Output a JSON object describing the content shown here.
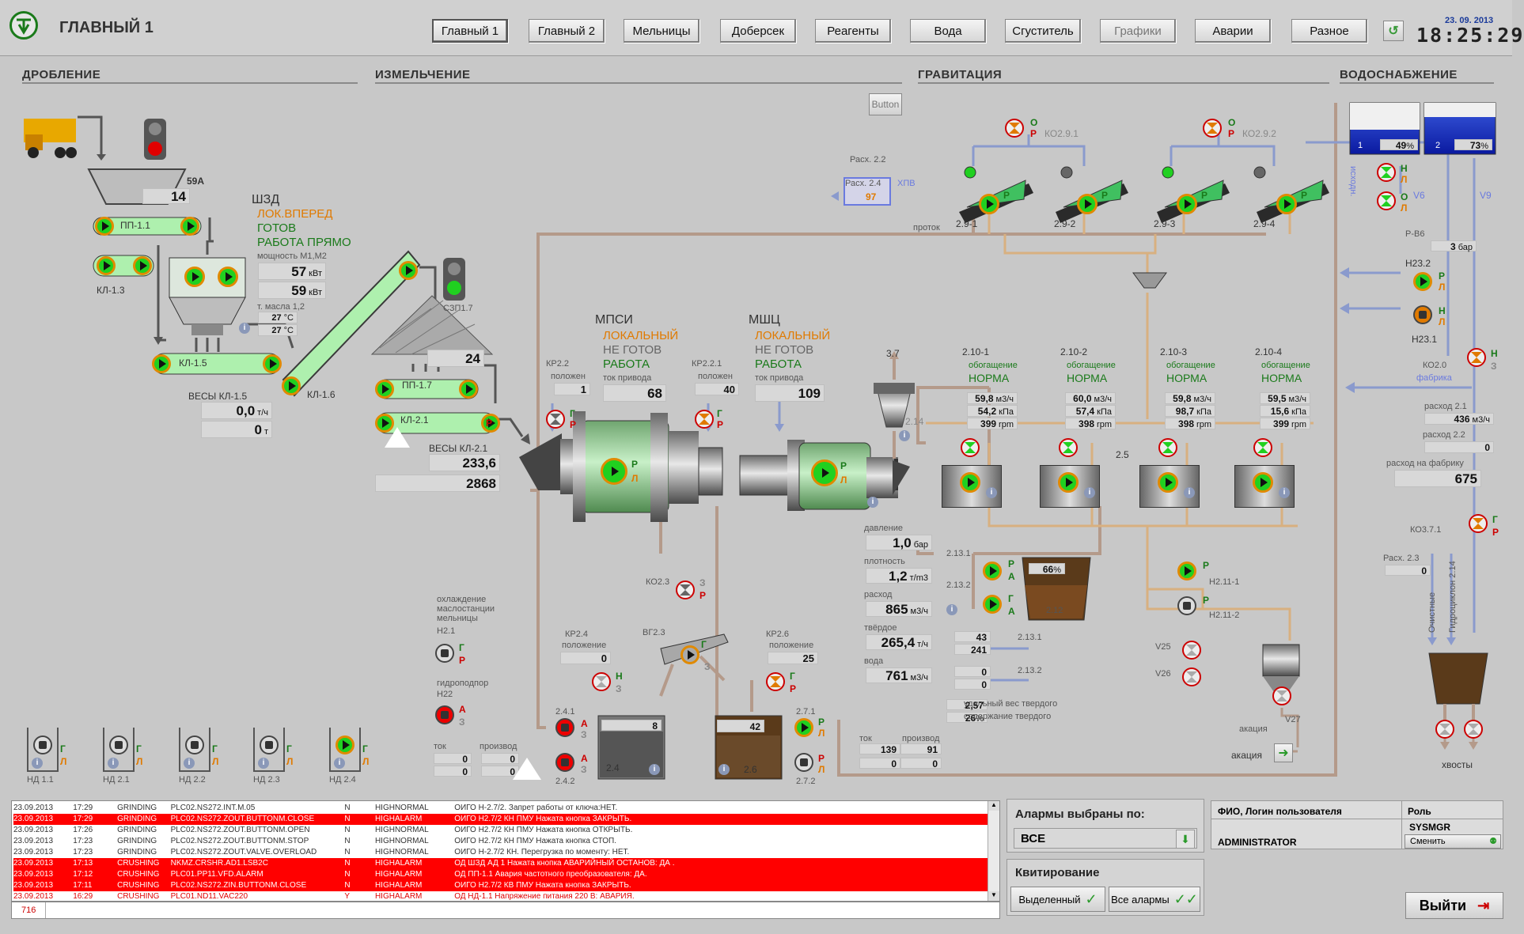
{
  "header": {
    "title": "ГЛАВНЫЙ 1",
    "date": "23. 09. 2013",
    "time": "18:25:29",
    "tabs": [
      "Главный 1",
      "Главный 2",
      "Мельницы",
      "Доберсек",
      "Реагенты",
      "Вода",
      "Сгуститель",
      "Графики",
      "Аварии",
      "Разное"
    ]
  },
  "sections": {
    "crushing": "ДРОБЛЕНИЕ",
    "grinding": "ИЗМЕЛЬЧЕНИЕ",
    "gravity": "ГРАВИТАЦИЯ",
    "water": "ВОДОСНАБЖЕНИЕ"
  },
  "crushing": {
    "amp_label": "59А",
    "hopper_value": "14",
    "pp11": "ПП-1.1",
    "kl13": "КЛ-1.3",
    "shzd_title": "ШЗД",
    "shzd_status": [
      "ЛОК.ВПЕРЕД",
      "ГОТОВ",
      "РАБОТА ПРЯМО"
    ],
    "power_label": "мощность М1,М2",
    "power1": "57",
    "power2": "59",
    "power_unit": "кВт",
    "oil_label": "т. масла 1,2",
    "oil1": "27",
    "oil2": "27",
    "oil_unit": "°С",
    "kl15": "КЛ-1.5",
    "kl16": "КЛ-1.6",
    "weigh_label": "ВЕСЫ КЛ-1.5",
    "weigh_rate": "0,0",
    "weigh_rate_unit": "т/ч",
    "weigh_total": "0",
    "weigh_total_unit": "т"
  },
  "grinding": {
    "button_label": "Button",
    "szp": "СЗП1.7",
    "bin_value": "24",
    "pp17": "ПП-1.7",
    "kl21": "КЛ-2.1",
    "weigh_label": "ВЕСЫ КЛ-2.1",
    "weigh_rate": "233,6",
    "weigh_total": "2868",
    "mpsi": "МПСИ",
    "mpsi_status": [
      "ЛОКАЛЬНЫЙ",
      "НЕ ГОТОВ",
      "РАБОТА"
    ],
    "mpsi_current_label": "ток привода",
    "mpsi_current": "68",
    "mshts": "МШЦ",
    "mshts_status": [
      "ЛОКАЛЬНЫЙ",
      "НЕ ГОТОВ",
      "РАБОТА"
    ],
    "mshts_current_label": "ток привода",
    "mshts_current": "109",
    "kr22": "КР2.2",
    "kr22_pos_label": "положен",
    "kr22_pos": "1",
    "kr221": "КР2.2.1",
    "kr221_pos_label": "положен",
    "kr221_pos": "40",
    "ko23": "КО2.3",
    "vg23": "ВГ2.3",
    "kr24": "КР2.4",
    "kr24_pos_label": "положение",
    "kr24_pos": "0",
    "kr26": "КР2.6",
    "kr26_pos_label": "положение",
    "kr26_pos": "25",
    "cooling_label": [
      "охлаждение",
      "маслостанции",
      "мельницы"
    ],
    "n21": "Н2.1",
    "hydro_label": "гидроподпор",
    "n22": "Н22",
    "sump24": "2.4",
    "sump24_val": "8",
    "sump26": "2.6",
    "sump26_val": "42",
    "p241": "2.4.1",
    "p242": "2.4.2",
    "p271": "2.7.1",
    "p272": "2.7.2",
    "tok_label": "ток",
    "prod_label": "производ",
    "tok1": "0",
    "tok2": "0",
    "prod1": "0",
    "prod2": "0",
    "tok27a": "139",
    "tok27b": "0",
    "prod27a": "91",
    "prod27b": "0",
    "nd": [
      "НД 1.1",
      "НД 2.1",
      "НД 2.2",
      "НД 2.3",
      "НД 2.4"
    ]
  },
  "cyclone": {
    "tag": "3.7",
    "tag2": "2.14",
    "pressure_label": "давление",
    "pressure": "1,0",
    "pressure_unit": "бар",
    "density_label": "плотность",
    "density": "1,2",
    "density_unit": "т/m3",
    "flow_label": "расход",
    "flow": "865",
    "flow_unit": "м3/ч",
    "solid_label": "твёрдое",
    "solid": "265,4",
    "solid_unit": "т/ч",
    "water_label": "вода",
    "water": "761",
    "water_unit": "м3/ч",
    "p2131": "2.13.1",
    "p2132": "2.13.2",
    "f1": "43",
    "a1": "241",
    "f2": "0",
    "a2": "0",
    "spec_weight": "2,57",
    "solid_pct": "26",
    "spec_weight_label": "удельный вес твердого",
    "solid_pct_label": "содержание твердого",
    "sump212": "2.12",
    "sump212_pct": "66"
  },
  "gravity": {
    "ko291": "КО2.9.1",
    "ko292": "КО2.9.2",
    "screens": [
      "2.9-1",
      "2.9-2",
      "2.9-3",
      "2.9-4"
    ],
    "protok": "проток",
    "rash22": "Расх. 2.2",
    "rash24": "Расх. 2.4",
    "rash24_val": "97",
    "hpv": "ХПВ",
    "conc": [
      {
        "id": "2.10-1",
        "label": "обогащение",
        "state": "НОРМА",
        "v1": "59,8",
        "u1": "м3/ч",
        "v2": "54,2",
        "u2": "кПа",
        "v3": "399",
        "u3": "rpm"
      },
      {
        "id": "2.10-2",
        "label": "обогащение",
        "state": "НОРМА",
        "v1": "60,0",
        "u1": "м3/ч",
        "v2": "57,4",
        "u2": "кПа",
        "v3": "398",
        "u3": "rpm"
      },
      {
        "id": "2.10-3",
        "label": "обогащение",
        "state": "НОРМА",
        "v1": "59,8",
        "u1": "м3/ч",
        "v2": "98,7",
        "u2": "кПа",
        "v3": "398",
        "u3": "rpm"
      },
      {
        "id": "2.10-4",
        "label": "обогащение",
        "state": "НОРМА",
        "v1": "59,5",
        "u1": "м3/ч",
        "v2": "15,6",
        "u2": "кПа",
        "v3": "399",
        "u3": "rpm"
      }
    ],
    "tag25": "2.5",
    "n2111": "Н2.11-1",
    "n2112": "Н2.11-2",
    "v25": "V25",
    "v26": "V26",
    "v27": "V27",
    "akaciya": "акация",
    "akaciya2": "акация"
  },
  "water": {
    "tank1": "1",
    "tank1_pct": "49",
    "tank2": "2",
    "tank2_pct": "73",
    "isxodnoe": "исходн.",
    "v6": "V6",
    "v9": "V9",
    "rv6": "Р-В6",
    "rv6_val": "3",
    "rv6_unit": "бар",
    "n232": "Н23.2",
    "n231": "Н23.1",
    "ko20": "КО2.0",
    "fabrika": "фабрика",
    "rash21": "расход 2.1",
    "rash21_val": "436",
    "rash21_unit": "м3/ч",
    "rash22": "расход 2.2",
    "rash22_val": "0",
    "rash_fab": "расход на фабрику",
    "rash_fab_val": "675",
    "ko371": "КО3.7.1",
    "rash23": "Расх. 2.3",
    "rash23_val": "0",
    "clean": "Очистные",
    "hydrocyclone": "Гидроциклон 2.14",
    "tails": "хвосты"
  },
  "alarms": {
    "rows": [
      {
        "d": "23.09.2013",
        "t": "17:29",
        "area": "GRINDING",
        "tag": "PLC02.NS272.INT.M.05",
        "f": "N",
        "pri": "HIGHNORMAL",
        "msg": "ОИГО Н-2.7/2. Запрет работы от ключа:НЕТ.",
        "red": false
      },
      {
        "d": "23.09.2013",
        "t": "17:29",
        "area": "GRINDING",
        "tag": "PLC02.NS272.ZOUT.BUTTONM.CLOSE",
        "f": "N",
        "pri": "HIGHALARM",
        "msg": "ОИГО Н2.7/2 КН ПМУ Нажата кнопка ЗАКРЫТЬ.",
        "red": true
      },
      {
        "d": "23.09.2013",
        "t": "17:26",
        "area": "GRINDING",
        "tag": "PLC02.NS272.ZOUT.BUTTONM.OPEN",
        "f": "N",
        "pri": "HIGHNORMAL",
        "msg": "ОИГО Н2.7/2 КН ПМУ  Нажата кнопка ОТКРЫТЬ.",
        "red": false
      },
      {
        "d": "23.09.2013",
        "t": "17:23",
        "area": "GRINDING",
        "tag": "PLC02.NS272.ZOUT.BUTTONM.STOP",
        "f": "N",
        "pri": "HIGHNORMAL",
        "msg": "ОИГО Н2.7/2 КН ПМУ  Нажата кнопка СТОП.",
        "red": false
      },
      {
        "d": "23.09.2013",
        "t": "17:23",
        "area": "GRINDING",
        "tag": "PLC02.NS272.ZOUT.VALVE.OVERLOAD",
        "f": "N",
        "pri": "HIGHNORMAL",
        "msg": "ОИГО Н-2.7/2 КН. Перегрузка по моменту: НЕТ.",
        "red": false
      },
      {
        "d": "23.09.2013",
        "t": "17:13",
        "area": "CRUSHING",
        "tag": "NKMZ.CRSHR.AD1.LSB2C",
        "f": "N",
        "pri": "HIGHALARM",
        "msg": "ОД ШЗД АД 1 Нажата кнопка АВАРИЙНЫЙ ОСТАНОВ: ДА .",
        "red": true
      },
      {
        "d": "23.09.2013",
        "t": "17:12",
        "area": "CRUSHING",
        "tag": "PLC01.PP11.VFD.ALARM",
        "f": "N",
        "pri": "HIGHALARM",
        "msg": "ОД ПП-1.1 Авария частотного преобразователя: ДА.",
        "red": true
      },
      {
        "d": "23.09.2013",
        "t": "17:11",
        "area": "CRUSHING",
        "tag": "PLC02.NS272.ZIN.BUTTONM.CLOSE",
        "f": "N",
        "pri": "HIGHALARM",
        "msg": "ОИГО Н2.7/2 КВ ПМУ Нажата кнопка ЗАКРЫТЬ.",
        "red": true
      },
      {
        "d": "23.09.2013",
        "t": "16:29",
        "area": "CRUSHING",
        "tag": "PLC01.ND11.VAC220",
        "f": "Y",
        "pri": "HIGHALARM",
        "msg": "ОД НД-1.1 Напряжение питания 220 В: АВАРИЯ.",
        "red": false,
        "redtext": true
      }
    ],
    "count": "716",
    "filter_label": "Алармы выбраны по:",
    "filter_value": "ВСЕ",
    "ack_label": "Квитирование",
    "ack_selected": "Выделенный",
    "ack_all": "Все алармы"
  },
  "user": {
    "col1": "ФИО, Логин пользователя",
    "col2": "Роль",
    "role": "SYSMGR",
    "login": "ADMINISTRATOR",
    "change": "Сменить",
    "exit": "Выйти"
  }
}
